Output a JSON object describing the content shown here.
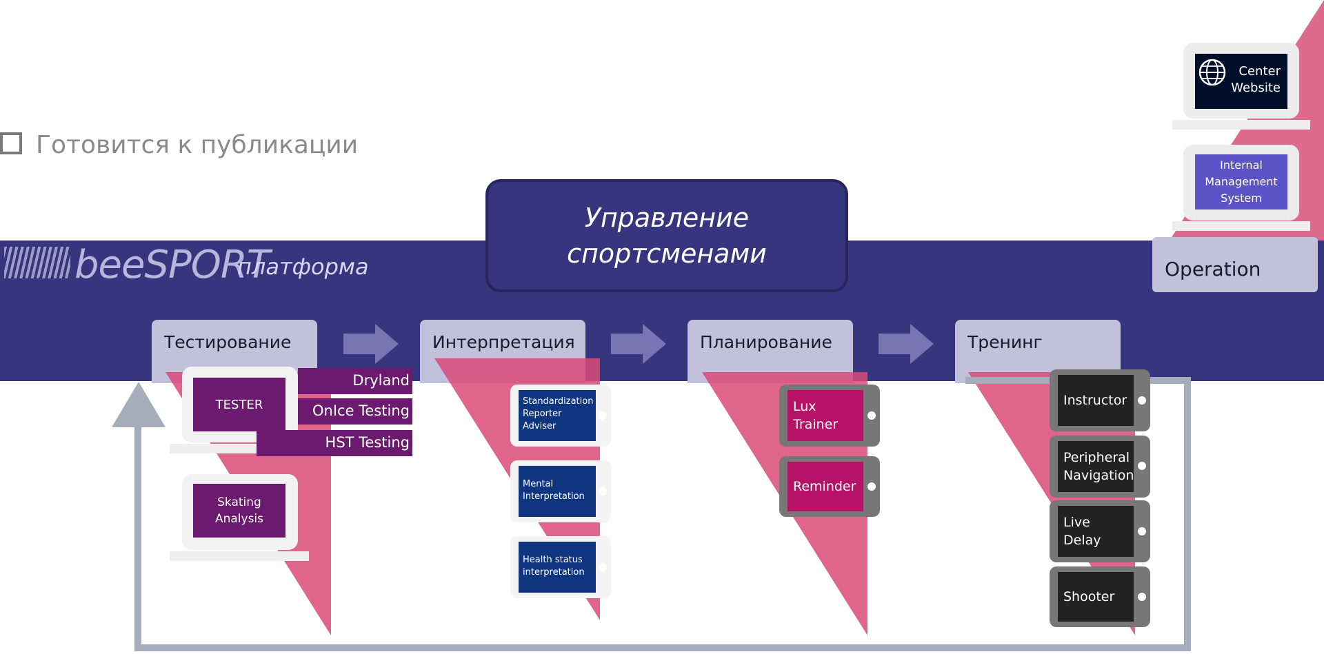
{
  "status": {
    "label": "Готовится к публикации"
  },
  "brand": {
    "logo": "beeSPORT",
    "subtitle": "платформа"
  },
  "management": {
    "line1": "Управление",
    "line2": "спортсменами"
  },
  "stages": [
    {
      "label": "Тестирование"
    },
    {
      "label": "Интерпретация"
    },
    {
      "label": "Планирование"
    },
    {
      "label": "Тренинг"
    }
  ],
  "testing": {
    "tester": "TESTER",
    "skating_line1": "Skating",
    "skating_line2": "Analysis",
    "tags": [
      "Dryland Testing",
      "OnIce Testing",
      "HST Testing"
    ]
  },
  "interpretation": {
    "items": [
      {
        "lines": [
          "Standardization",
          "Reporter",
          "Adviser"
        ]
      },
      {
        "lines": [
          "Mental",
          "Interpretation"
        ]
      },
      {
        "lines": [
          "Health status",
          "interpretation"
        ]
      }
    ]
  },
  "planning": {
    "items": [
      {
        "lines": [
          "Lux",
          "Trainer"
        ]
      },
      {
        "lines": [
          "Reminder"
        ]
      }
    ]
  },
  "training": {
    "items": [
      {
        "lines": [
          "Instructor"
        ]
      },
      {
        "lines": [
          "Peripheral",
          "Navigation"
        ]
      },
      {
        "lines": [
          "Live",
          "Delay"
        ]
      },
      {
        "lines": [
          "Shooter"
        ]
      }
    ]
  },
  "operation": {
    "label": "Operation",
    "center_line1": "Center",
    "center_line2": "Website",
    "ims_line1": "Internal",
    "ims_line2": "Management",
    "ims_line3": "System"
  },
  "colors": {
    "band": "#37357d",
    "stage_box": "#c2c1dc",
    "triangle": "#d94a78",
    "purple": "#6b1a6f",
    "blue": "#10357f",
    "magenta": "#b51268",
    "dark": "#222222",
    "feedback": "#a5acba",
    "globe_panel": "#020f2a",
    "ims_panel": "#5a54c6"
  }
}
